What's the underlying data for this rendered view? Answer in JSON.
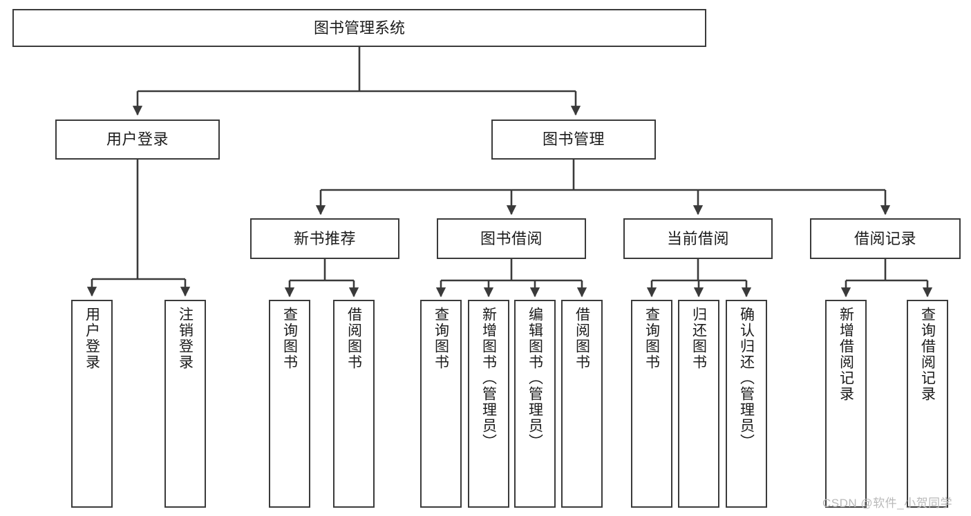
{
  "diagram": {
    "title": "图书管理系统",
    "type": "tree-hierarchy-chart",
    "root": {
      "id": "root",
      "label": "图书管理系统"
    },
    "level2": [
      {
        "id": "user-login",
        "label": "用户登录"
      },
      {
        "id": "book-management",
        "label": "图书管理"
      }
    ],
    "level3": [
      {
        "id": "new-book-recommend",
        "label": "新书推荐"
      },
      {
        "id": "book-borrow",
        "label": "图书借阅"
      },
      {
        "id": "current-borrow",
        "label": "当前借阅"
      },
      {
        "id": "borrow-record",
        "label": "借阅记录"
      }
    ],
    "leaves": {
      "user_login": [
        {
          "id": "leaf-user-login",
          "label": "用户登录"
        },
        {
          "id": "leaf-logout-login",
          "label": "注销登录"
        }
      ],
      "new_book_recommend": [
        {
          "id": "leaf-query-book-1",
          "label": "查询图书"
        },
        {
          "id": "leaf-borrow-book-1",
          "label": "借阅图书"
        }
      ],
      "book_borrow": [
        {
          "id": "leaf-query-book-2",
          "label": "查询图书"
        },
        {
          "id": "leaf-add-book",
          "label": "新增图书（管理员）"
        },
        {
          "id": "leaf-edit-book",
          "label": "编辑图书（管理员）"
        },
        {
          "id": "leaf-borrow-book-2",
          "label": "借阅图书"
        }
      ],
      "current_borrow": [
        {
          "id": "leaf-query-book-3",
          "label": "查询图书"
        },
        {
          "id": "leaf-return-book",
          "label": "归还图书"
        },
        {
          "id": "leaf-confirm-return",
          "label": "确认归还（管理员）"
        }
      ],
      "borrow_record": [
        {
          "id": "leaf-add-borrow-record",
          "label": "新增借阅记录"
        },
        {
          "id": "leaf-query-borrow-record",
          "label": "查询借阅记录"
        }
      ]
    }
  },
  "watermark": {
    "text": "CSDN @软件_小贺同学"
  },
  "colors": {
    "border": "#3a3a3a",
    "text": "#1b1b1b",
    "background": "#ffffff",
    "watermark": "#b9b9b9"
  }
}
